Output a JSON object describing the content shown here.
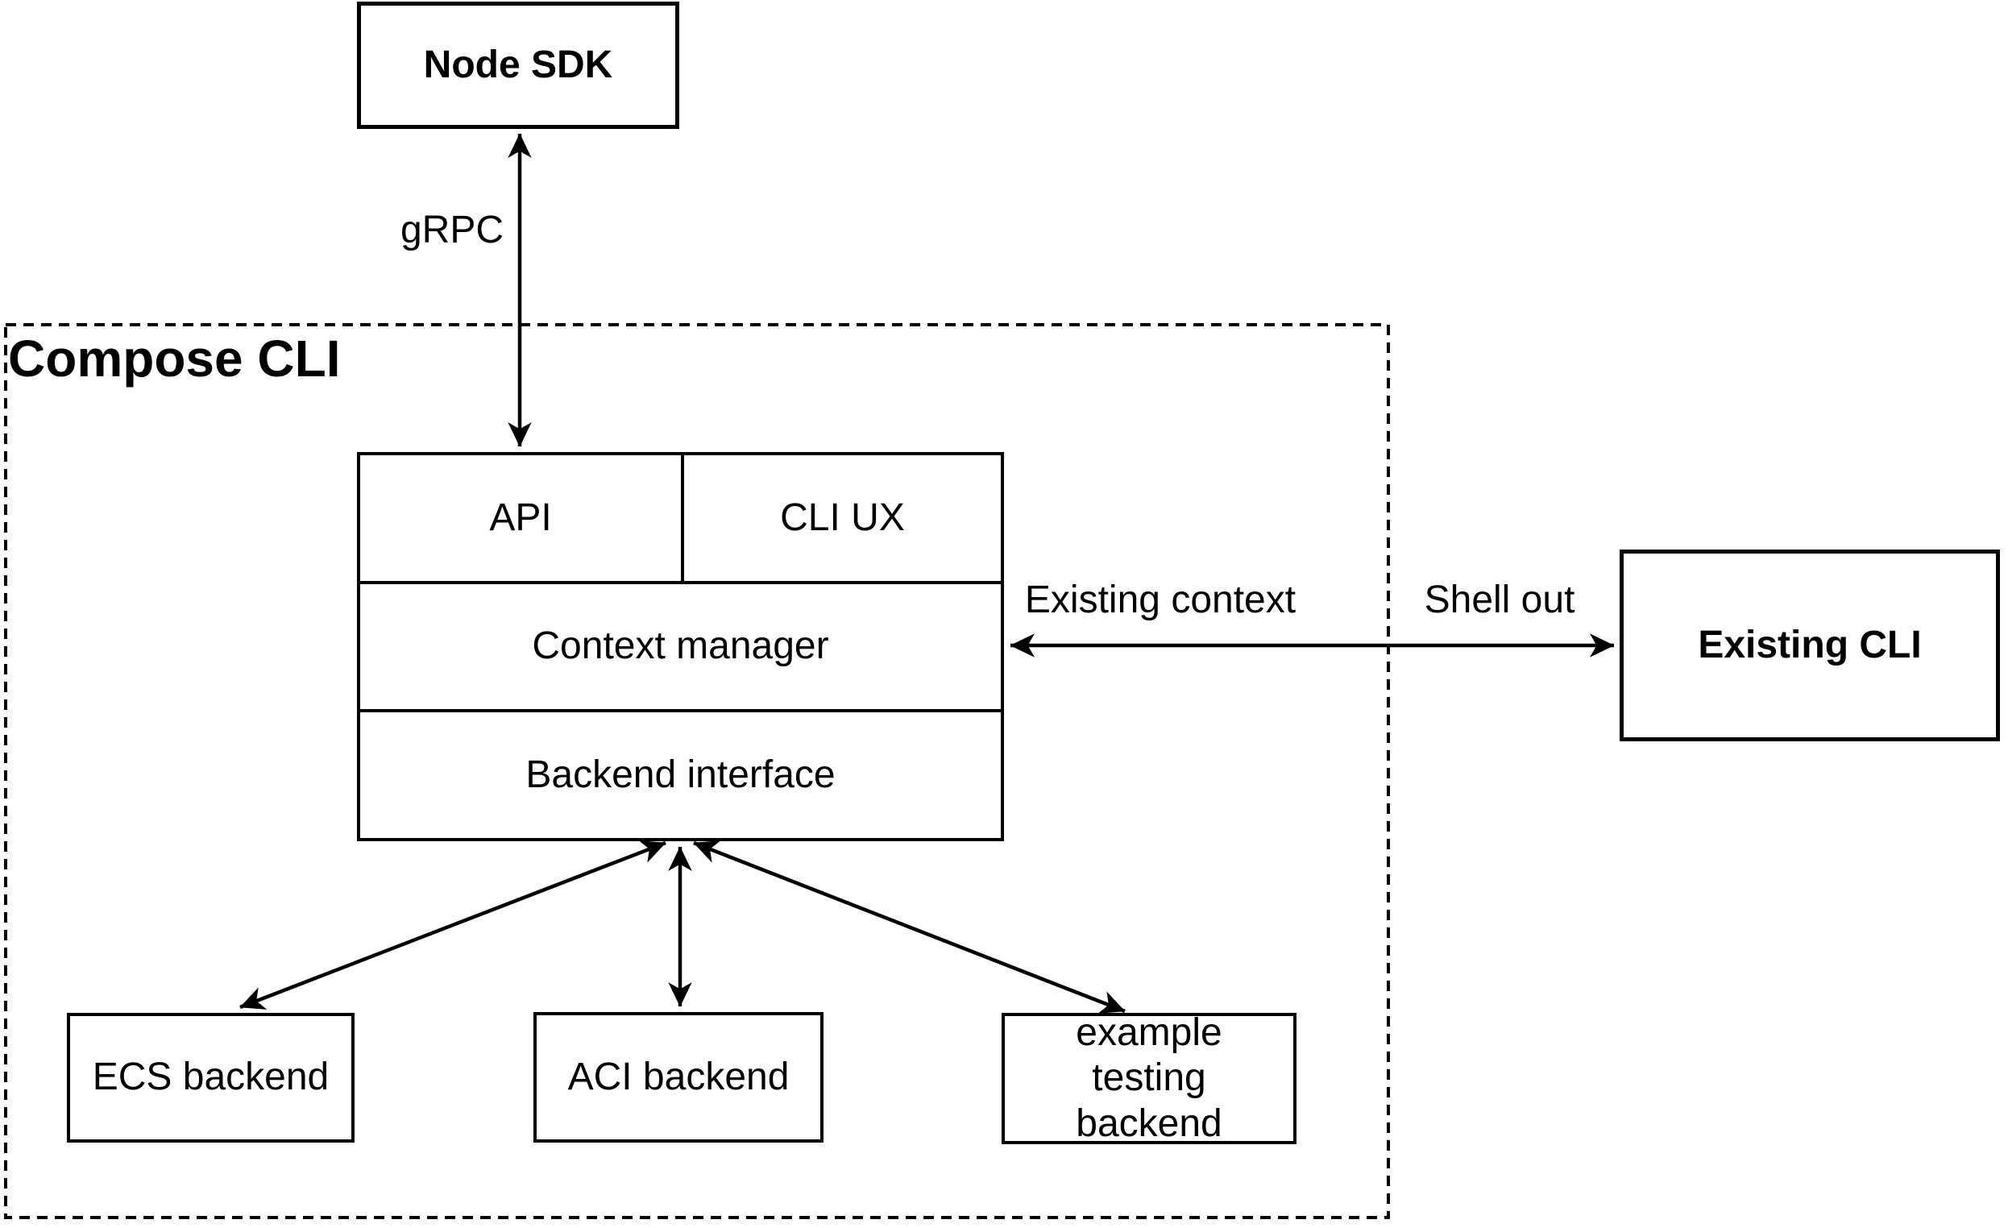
{
  "diagram": {
    "container_label": "Compose CLI",
    "nodes": {
      "node_sdk": "Node SDK",
      "api": "API",
      "cli_ux": "CLI UX",
      "context_manager": "Context manager",
      "backend_interface": "Backend interface",
      "ecs_backend": "ECS backend",
      "aci_backend": "ACI backend",
      "example_testing_backend": "example testing backend",
      "existing_cli": "Existing CLI"
    },
    "edge_labels": {
      "grpc": "gRPC",
      "existing_context": "Existing context",
      "shell_out": "Shell out"
    },
    "colors": {
      "stroke": "#000000",
      "background": "#ffffff",
      "text": "#000000"
    }
  }
}
